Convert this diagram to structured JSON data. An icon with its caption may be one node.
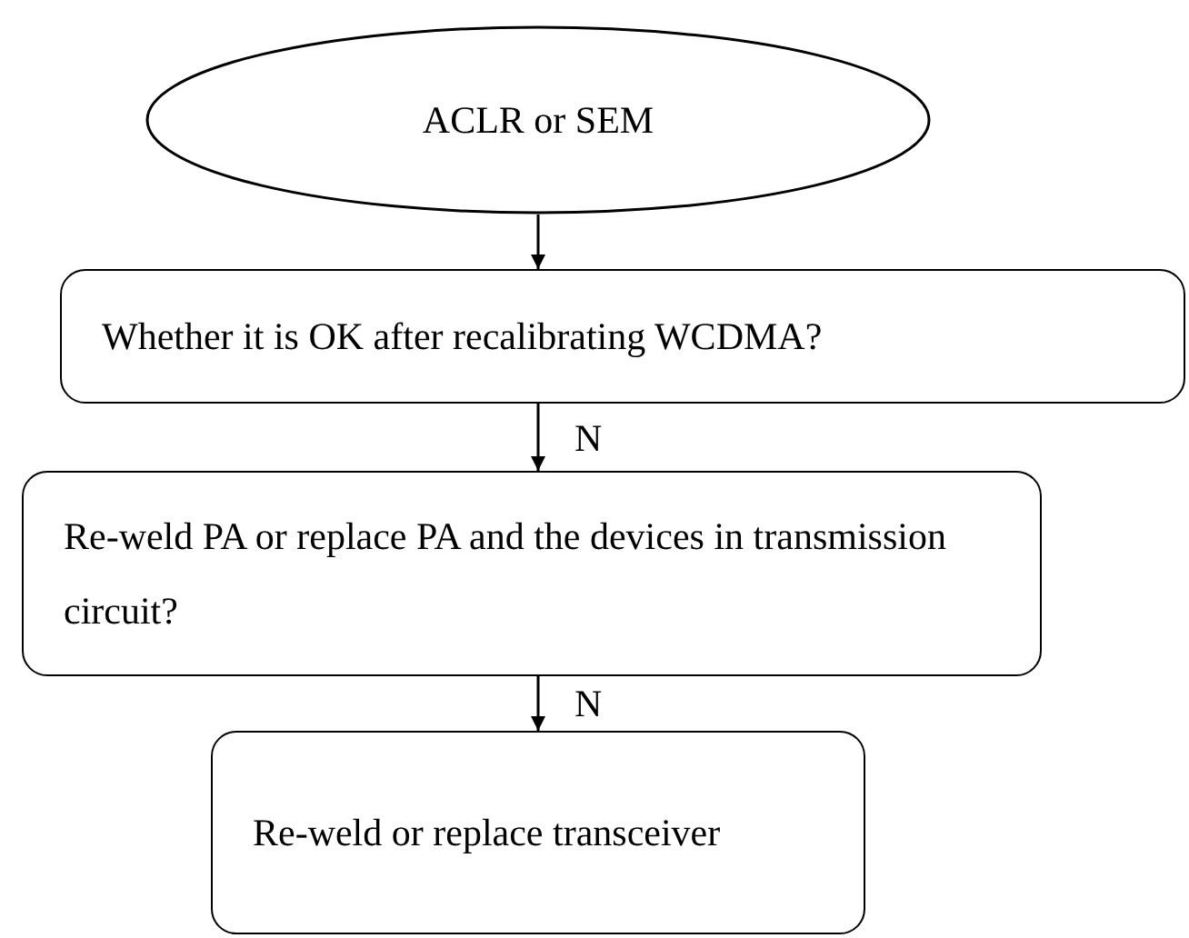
{
  "diagram": {
    "nodes": [
      {
        "text": [
          "ACLR or SEM"
        ]
      },
      {
        "text": [
          "Whether it is OK after recalibrating WCDMA?"
        ]
      },
      {
        "text": [
          "Re-weld PA or replace PA and the devices in transmission circuit?"
        ]
      },
      {
        "text": [
          "Re-weld or replace transceiver"
        ]
      }
    ],
    "edges": [
      {
        "from": 0,
        "to": 1,
        "arrow": "to"
      },
      {
        "from": 1,
        "to": 2,
        "arrow": "to",
        "label": "N"
      },
      {
        "from": 2,
        "to": 3,
        "arrow": "to",
        "label": "N"
      }
    ]
  }
}
